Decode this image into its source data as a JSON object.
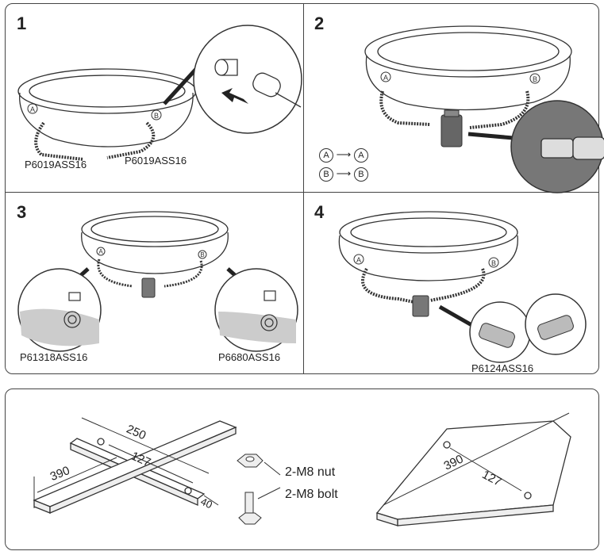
{
  "steps": [
    {
      "number": "1",
      "parts": [
        "P6019ASS16",
        "P6019ASS16"
      ]
    },
    {
      "number": "2",
      "connections": [
        {
          "from": "A",
          "to": "A"
        },
        {
          "from": "B",
          "to": "B"
        }
      ]
    },
    {
      "number": "3",
      "parts": [
        "P61318ASS16",
        "P6680ASS16"
      ]
    },
    {
      "number": "4",
      "parts": [
        "P6124ASS16"
      ]
    }
  ],
  "markers": {
    "a": "A",
    "b": "B"
  },
  "base": {
    "dims_left": {
      "long": "390",
      "short": "250",
      "hole": "127",
      "thick": "40"
    },
    "hardware": {
      "nut": "2-M8 nut",
      "bolt": "2-M8 bolt"
    },
    "dims_right": {
      "long": "390",
      "hole": "127"
    }
  }
}
